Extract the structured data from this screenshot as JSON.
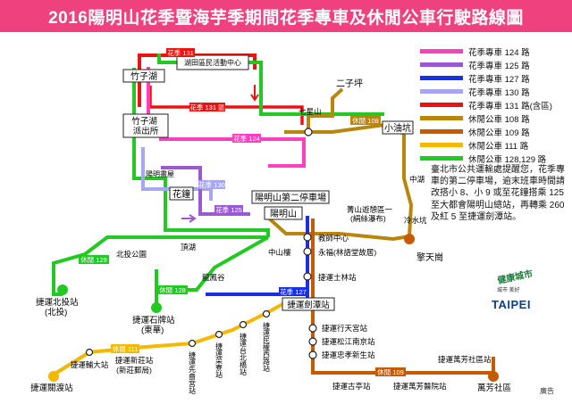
{
  "title": "2016陽明山花季暨海芋季期間花季專車及休閒公車行駛路線圖",
  "legend": [
    {
      "color": "#ff3fbf",
      "label": "花季專車 124 路"
    },
    {
      "color": "#9b59d0",
      "label": "花季專車 125 路"
    },
    {
      "color": "#1a2ee6",
      "label": "花季專車 127 路"
    },
    {
      "color": "#a6a6f2",
      "label": "花季專車 130 路"
    },
    {
      "color": "#ee1111",
      "label": "花季專車 131 路(含區)"
    },
    {
      "color": "#b8860b",
      "label": "休閒公車 108 路"
    },
    {
      "color": "#c65a00",
      "label": "休閒公車 109 路"
    },
    {
      "color": "#f5b800",
      "label": "休閒公車 111 路"
    },
    {
      "color": "#22c922",
      "label": "休閒公車 128,129 路"
    }
  ],
  "notice": "臺北市公共運輸處提醒您，花季專車的第二停車場，逾末班車時間請改搭小 8、小 9 或至花鐘搭乘 125 至大都會陽明山總站，再轉乘 260 及紅 5 至捷運劍潭站。",
  "stations": {
    "zhuzihu": "竹子湖",
    "zhuzihu_police": "竹子湖\n派出所",
    "flower_clock": "花鐘",
    "parking2": "陽明山第二停車場",
    "yangmingshan": "陽明山",
    "xiaoyoukeng": "小油坑",
    "qingtianggang": "擎天崗",
    "jiantan": "捷運劍潭站",
    "beitou": "捷運北投站\n(北投)",
    "shipai": "捷運石牌站\n(東華)",
    "guandu": "捷運關渡站",
    "erziping": "二子坪",
    "qixingshan": "七星山",
    "huguo_center": "湖田區民活動中心",
    "yangming_bookstore": "陽明書屋",
    "lengshuikeng": "冷水坑",
    "jingshan": "菁山遊憩區一\n(絹絲瀑布)",
    "jiaoshi": "教師中心",
    "yongfu": "永福(林語堂故居)",
    "zhongshan_lou": "中山樓",
    "zhonghu": "中湖",
    "dingwan": "頂湖",
    "beitou_park": "北投公園",
    "longfeng": "龍鳳谷",
    "shilin": "捷運士林站",
    "xingtian": "捷運行天宮站",
    "songjiang": "捷運松江南京站",
    "zhongxiao_xinsheng": "捷運忠孝新生站",
    "guting": "捷運古亭站",
    "dongmen": "捷運萬芳醫院站",
    "wanfang_comm": "捷運萬芳社區站",
    "wanfang": "萬芳社區",
    "xinbeitou": "捷運輔大站",
    "xinzhuang": "捷運新莊站\n(新莊郵局)",
    "xianse": "捷運\n先嗇宮站",
    "sanchong": "捷運\n菜寮站",
    "taibei_bridge": "捷運\n台北橋站",
    "minquan": "捷運\n民權西路站",
    "xiaoyi": "捷運\n輔大站"
  },
  "route_labels": {
    "r131a": "花季 131",
    "r131b": "花季 131 區",
    "r124": "花季 124",
    "r130": "花季 130",
    "r125": "花季 125",
    "r127": "花季 127",
    "r108": "休閒 108",
    "r109": "休閒 109",
    "r111": "休閒 111",
    "r129": "休閒 129",
    "r128": "休閒 128"
  },
  "logo": {
    "brand": "健康城市",
    "sub": "城市 美好",
    "name": "TAIPEI"
  },
  "footnote": "廣告"
}
